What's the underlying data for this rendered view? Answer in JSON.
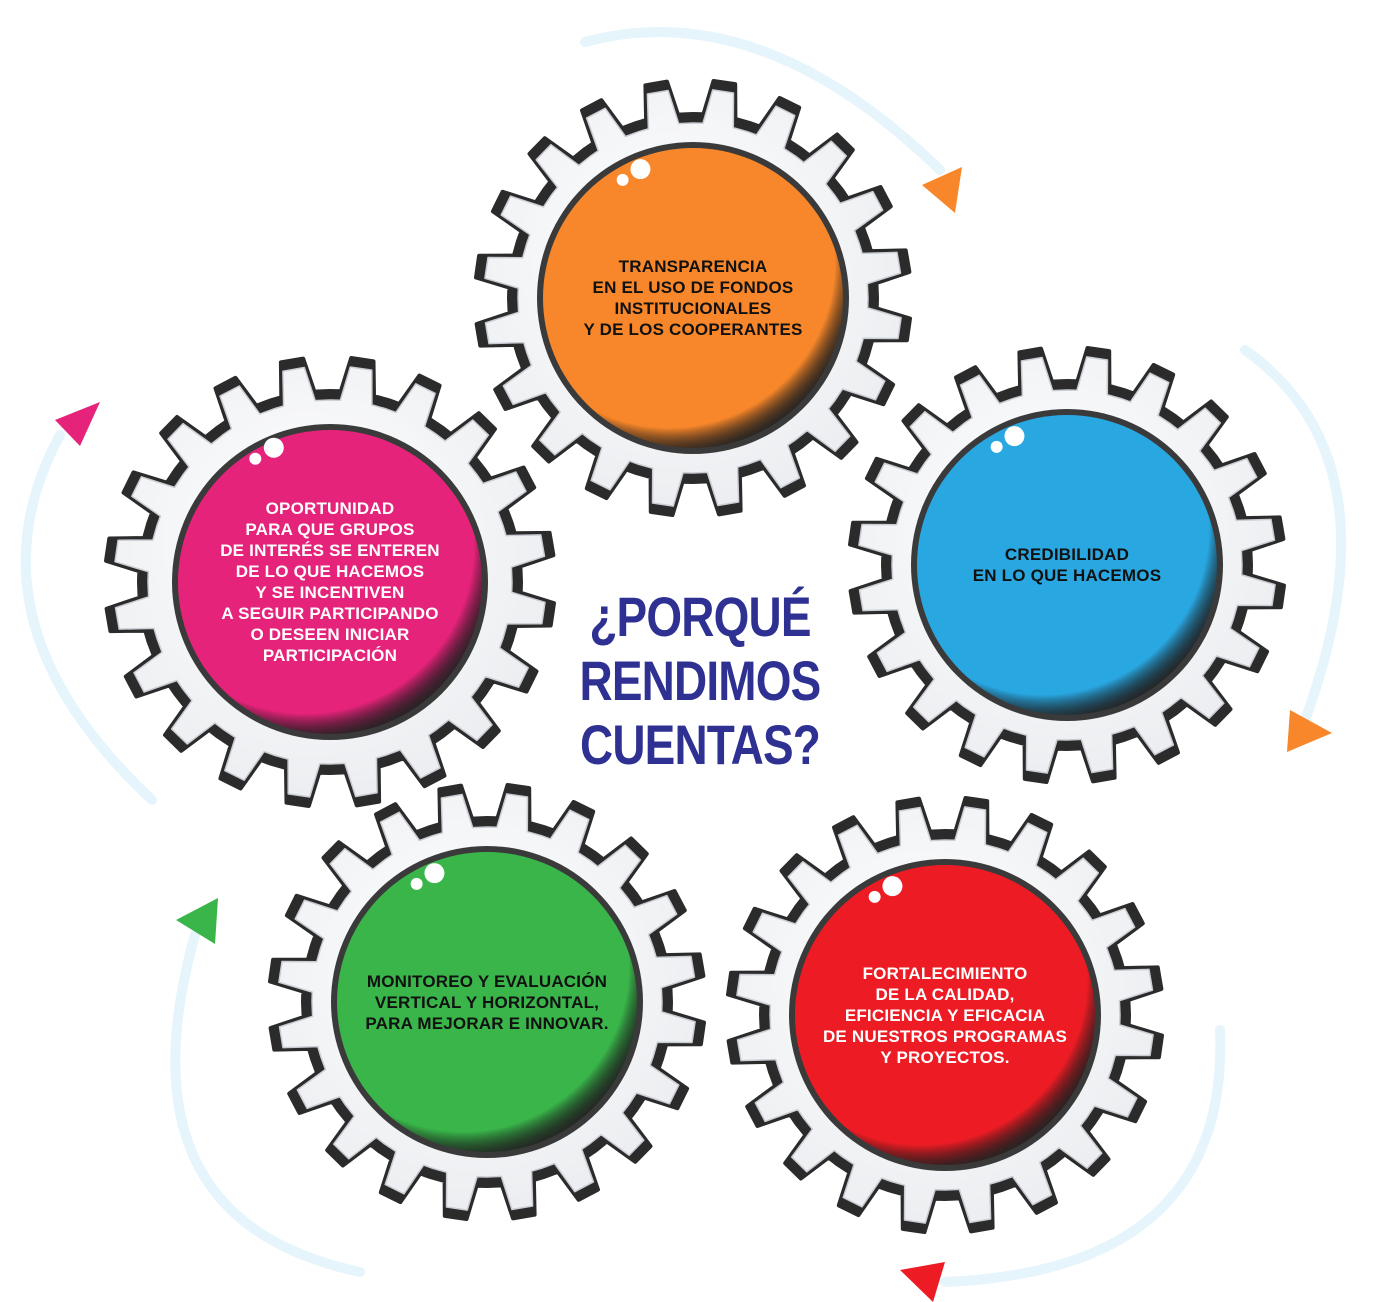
{
  "title": "¿PORQUÉ\nRENDIMOS\nCUENTAS?",
  "colors": {
    "title": "#2e3192",
    "gear_body": "#eceef1",
    "gear_outline": "#2b2b2b",
    "cycle_arc": "#e6f4fb"
  },
  "gears": [
    {
      "id": "transparencia",
      "text": "TRANSPARENCIA\nEN EL USO DE FONDOS\nINSTITUCIONALES\nY DE LOS COOPERANTES",
      "color": "#f7872a",
      "text_color": "#111111"
    },
    {
      "id": "credibilidad",
      "text": "CREDIBILIDAD\nEN LO QUE HACEMOS",
      "color": "#29a7e1",
      "text_color": "#111111"
    },
    {
      "id": "oportunidad",
      "text": "OPORTUNIDAD\nPARA QUE GRUPOS\nDE INTERÉS SE ENTEREN\nDE LO QUE HACEMOS\nY SE INCENTIVEN\nA SEGUIR PARTICIPANDO\nO DESEEN INICIAR\nPARTICIPACIÓN",
      "color": "#e6237a",
      "text_color": "#ffffff"
    },
    {
      "id": "monitoreo",
      "text": "MONITOREO Y EVALUACIÓN\nVERTICAL Y HORIZONTAL,\nPARA MEJORAR E INNOVAR.",
      "color": "#39b54a",
      "text_color": "#111111"
    },
    {
      "id": "fortalecimiento",
      "text": "FORTALECIMIENTO\nDE LA CALIDAD,\nEFICIENCIA Y EFICACIA\nDE NUESTROS PROGRAMAS\nY PROYECTOS.",
      "color": "#ed1c24",
      "text_color": "#ffffff"
    }
  ],
  "arrows": [
    {
      "id": "orange-top",
      "color": "#f7872a"
    },
    {
      "id": "orange-right",
      "color": "#f7872a"
    },
    {
      "id": "magenta-left",
      "color": "#e6237a"
    },
    {
      "id": "green-left",
      "color": "#39b54a"
    },
    {
      "id": "red-bottom",
      "color": "#ed1c24"
    }
  ]
}
